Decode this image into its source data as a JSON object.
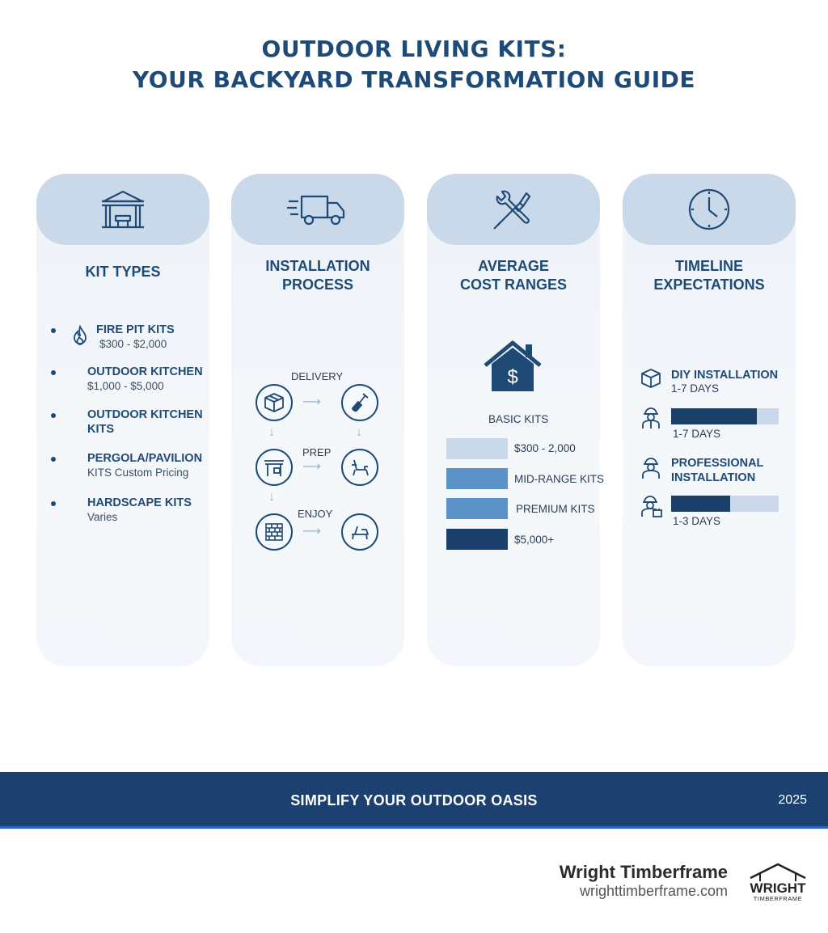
{
  "header": {
    "title_line1": "OUTDOOR LIVING KITS:",
    "title_line2": "YOUR BACKYARD TRANSFORMATION GUIDE"
  },
  "columns": {
    "kit_types": {
      "icon": "gazebo-icon",
      "title": "KIT TYPES",
      "items": [
        {
          "name": "FIRE PIT KITS",
          "sub": "$300 - $2,000",
          "icon": "flame-icon"
        },
        {
          "name": "OUTDOOR KITCHEN",
          "sub": "$1,000 - $5,000"
        },
        {
          "name": "OUTDOOR KITCHEN",
          "sub": "KITS"
        },
        {
          "name": "PERGOLA/PAVILION",
          "sub": "KITS Custom Pricing"
        },
        {
          "name": "HARDSCAPE KITS",
          "sub": "Varies"
        }
      ]
    },
    "installation": {
      "icon": "delivery-truck-icon",
      "title_line1": "INSTALLATION",
      "title_line2": "PROCESS",
      "caption": "DELIVERY",
      "steps": {
        "delivery": "DELIVERY",
        "prep": "PREP",
        "enjoy": "ENJOY"
      },
      "step_icons": [
        "package-icon",
        "shovel-icon",
        "pergola-icon",
        "chair-icon",
        "brick-icon",
        "lounge-chair-icon"
      ]
    },
    "cost": {
      "icon": "tools-icon",
      "title_line1": "AVERAGE",
      "title_line2": "COST RANGES",
      "house_icon": "house-dollar-icon",
      "caption": "BASIC KITS",
      "ranges": [
        {
          "label": "$300 - 2,000",
          "color": "#c9d9ea"
        },
        {
          "label": "MID-RANGE KITS",
          "color": "#5b93c8"
        },
        {
          "label": "PREMIUM KITS",
          "color": "#5b93c8"
        },
        {
          "label": "$5,000+",
          "color": "#1a3f6b"
        }
      ]
    },
    "timeline": {
      "icon": "clock-icon",
      "title_line1": "TIMELINE",
      "title_line2": "EXPECTATIONS",
      "diy": {
        "name": "DIY INSTALLATION",
        "days": "1-7 DAYS",
        "bar_label": "1-7 DAYS",
        "fill_fraction": 0.8,
        "icon": "box-icon",
        "bar_icon": "worker-icon"
      },
      "pro": {
        "name_line1": "PROFESSIONAL",
        "name_line2": "INSTALLATION",
        "bar_label": "1-3 DAYS",
        "fill_fraction": 0.55,
        "icon": "hardhat-icon",
        "bar_icon": "installer-icon"
      }
    }
  },
  "footer": {
    "tagline": "SIMPLIFY YOUR OUTDOOR OASIS",
    "year": "2025"
  },
  "brand": {
    "name": "Wright Timberframe",
    "url": "wrighttimberframe.com",
    "logo_line1": "WRIGHT",
    "logo_line2": "TIMBERFRAME"
  },
  "colors": {
    "primary": "#1f4a76",
    "light": "#c9d9ea",
    "mid": "#5b93c8",
    "dark": "#1a3f6b",
    "footer": "#1c4170"
  }
}
